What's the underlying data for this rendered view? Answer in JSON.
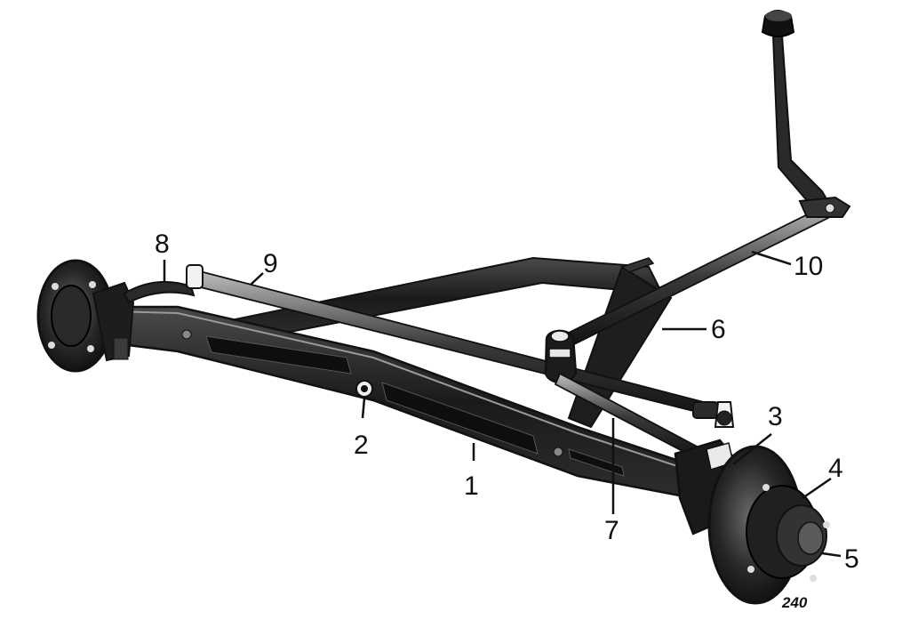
{
  "diagram": {
    "callouts": [
      {
        "id": "1",
        "label": "1"
      },
      {
        "id": "2",
        "label": "2"
      },
      {
        "id": "3",
        "label": "3"
      },
      {
        "id": "4",
        "label": "4"
      },
      {
        "id": "5",
        "label": "5"
      },
      {
        "id": "6",
        "label": "6"
      },
      {
        "id": "7",
        "label": "7"
      },
      {
        "id": "8",
        "label": "8"
      },
      {
        "id": "9",
        "label": "9"
      },
      {
        "id": "10",
        "label": "10"
      }
    ],
    "figure_number": "240"
  },
  "colors": {
    "ink": "#111111",
    "metal_dark": "#1c1c1c",
    "metal_mid": "#3a3a3a",
    "highlight": "#d8d8d8",
    "background": "#ffffff"
  }
}
